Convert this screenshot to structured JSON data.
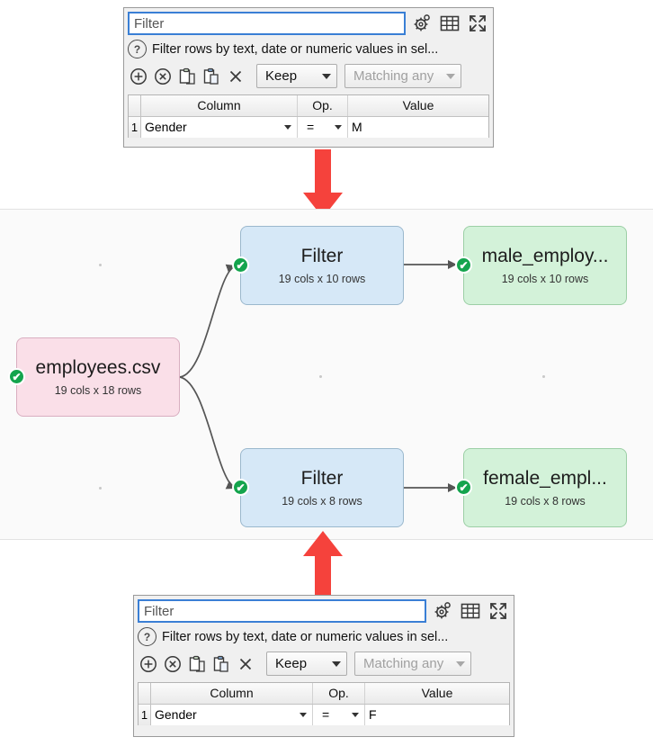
{
  "top_panel": {
    "name_value": "Filter",
    "description": "Filter rows by text, date or numeric values in sel...",
    "help_glyph": "?",
    "buttons": {
      "options_icon": "gear-icon",
      "grid_icon": "table-icon",
      "expand_icon": "expand-icon",
      "add_icon": "add-circle-icon",
      "remove_icon": "remove-circle-icon",
      "copy_icon": "copy-icon",
      "paste_icon": "paste-icon",
      "clear_icon": "close-x-icon"
    },
    "keep_combo": "Keep",
    "match_combo": "Matching any",
    "table": {
      "headers": [
        "Column",
        "Op.",
        "Value"
      ],
      "rows": [
        {
          "num": "1",
          "column": "Gender",
          "op": "=",
          "value": "M"
        }
      ]
    }
  },
  "bottom_panel": {
    "name_value": "Filter",
    "description": "Filter rows by text, date or numeric values in sel...",
    "help_glyph": "?",
    "keep_combo": "Keep",
    "match_combo": "Matching any",
    "table": {
      "headers": [
        "Column",
        "Op.",
        "Value"
      ],
      "rows": [
        {
          "num": "1",
          "column": "Gender",
          "op": "=",
          "value": "F"
        }
      ]
    }
  },
  "canvas": {
    "nodes": [
      {
        "id": "source",
        "title": "employees.csv",
        "subtitle": "19 cols x 18 rows",
        "color": "pink"
      },
      {
        "id": "filter-male",
        "title": "Filter",
        "subtitle": "19 cols x 10 rows",
        "color": "blue"
      },
      {
        "id": "male-output",
        "title": "male_employ...",
        "subtitle": "19 cols x 10 rows",
        "color": "green"
      },
      {
        "id": "filter-female",
        "title": "Filter",
        "subtitle": "19 cols x 8 rows",
        "color": "blue"
      },
      {
        "id": "female-output",
        "title": "female_empl...",
        "subtitle": "19 cols x 8 rows",
        "color": "green"
      }
    ],
    "status_glyph": "✔",
    "colors": {
      "blue_node": "#d6e8f7",
      "green_node": "#d3f2d9",
      "pink_node": "#fadfe8",
      "status_green": "#14a44d",
      "callout_arrow": "#f5423c"
    }
  }
}
